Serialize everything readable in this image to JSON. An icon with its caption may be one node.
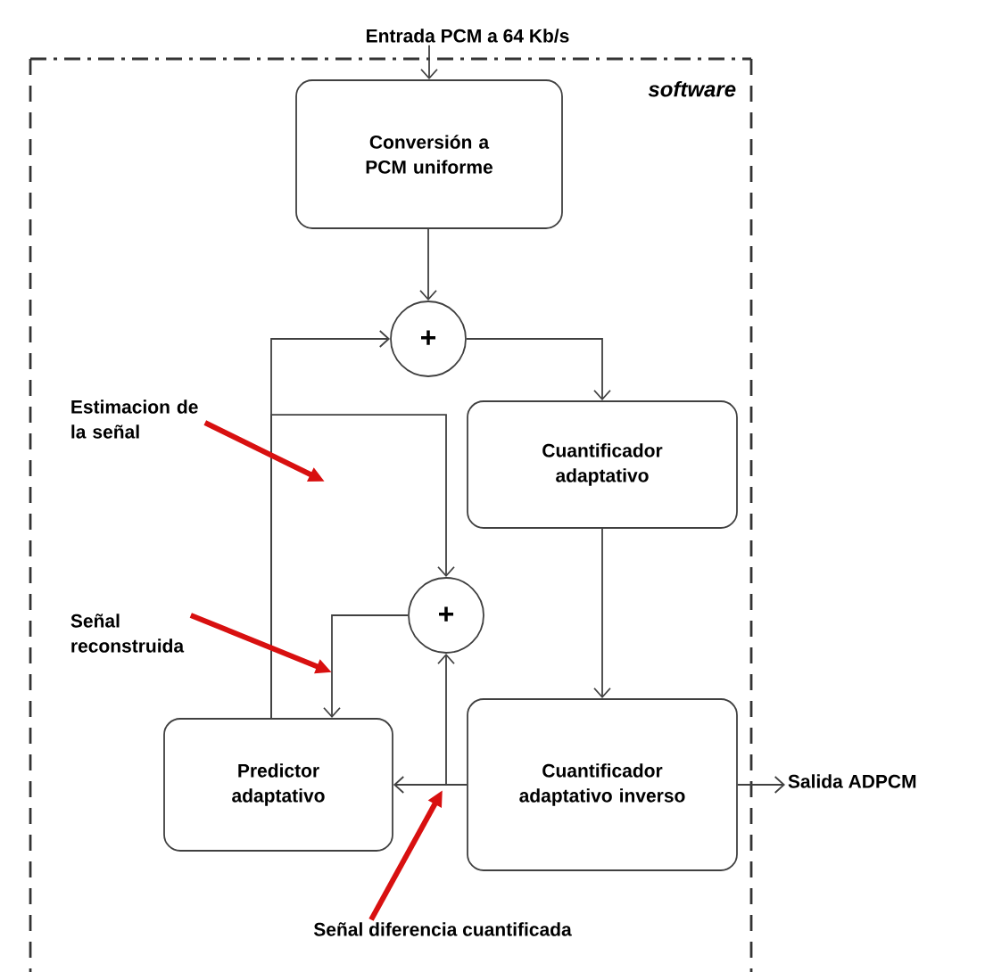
{
  "diagram": {
    "nodes": [
      {
        "text": [
          "software"
        ]
      },
      {
        "text": [
          "Conversión a PCM uniforme"
        ],
        "in": 0
      },
      {
        "text": [
          "+"
        ],
        "in": 0
      },
      {
        "text": [
          "Cuantificador adaptativo"
        ],
        "in": 0
      },
      {
        "text": [
          "+"
        ],
        "in": 0
      },
      {
        "text": [
          "Predictor adaptativo"
        ],
        "in": 0
      },
      {
        "text": [
          "Cuantificador adaptativo inverso"
        ],
        "in": 0
      },
      {
        "text": [
          "Entrada PCM a 64 Kb/s"
        ]
      },
      {
        "text": [
          "Salida ADPCM"
        ]
      },
      {
        "text": [
          "Estimacion de la señal"
        ],
        "in": 0
      },
      {
        "text": [
          "Señal reconstruida"
        ],
        "in": 0
      },
      {
        "text": [
          "Señal diferencia cuantificada"
        ],
        "in": 0
      }
    ],
    "edges": [
      {
        "from": 7,
        "to": 1,
        "arrow": "to"
      },
      {
        "from": 1,
        "to": 2,
        "arrow": "to"
      },
      {
        "from": 2,
        "to": 3,
        "arrow": "to"
      },
      {
        "from": 3,
        "to": 6,
        "arrow": "to"
      },
      {
        "from": 6,
        "to": 5,
        "arrow": "to"
      },
      {
        "from": 6,
        "to": 4,
        "arrow": "to"
      },
      {
        "from": 6,
        "to": 8,
        "arrow": "to"
      },
      {
        "from": 5,
        "to": 2,
        "arrow": "to"
      },
      {
        "from": 5,
        "to": 4,
        "arrow": "to"
      },
      {
        "from": 4,
        "to": 5,
        "arrow": "to"
      },
      {
        "from": 9,
        "to": null,
        "arrow": "to",
        "style": "thick",
        "color": "#d81010"
      },
      {
        "from": 10,
        "to": null,
        "arrow": "to",
        "style": "thick",
        "color": "#d81010"
      },
      {
        "from": 11,
        "to": null,
        "arrow": "to",
        "style": "thick",
        "color": "#d81010"
      }
    ]
  }
}
